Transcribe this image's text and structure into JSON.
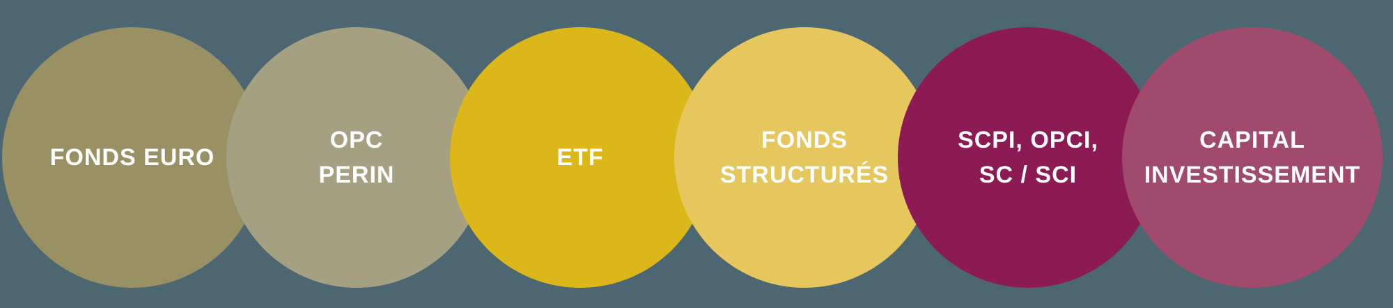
{
  "background_color": "#4C6771",
  "text_color": "#FFFFFF",
  "circles": [
    {
      "id": "fonds-euro",
      "color": "#999064",
      "lines": [
        "FONDS EURO"
      ]
    },
    {
      "id": "opc-perin",
      "color": "#A6A083",
      "lines": [
        "OPC",
        "PERIN"
      ]
    },
    {
      "id": "etf",
      "color": "#DBB71A",
      "lines": [
        "ETF"
      ]
    },
    {
      "id": "fonds-structures",
      "color": "#E6C75E",
      "lines": [
        "FONDS",
        "STRUCTURÉS"
      ]
    },
    {
      "id": "scpi-opci-sc-sci",
      "color": "#8C1A54",
      "lines": [
        "SCPI, OPCI,",
        "SC / SCI"
      ]
    },
    {
      "id": "capital-investissement",
      "color": "#A04A6D",
      "lines": [
        "CAPITAL",
        "INVESTISSEMENT"
      ]
    }
  ]
}
